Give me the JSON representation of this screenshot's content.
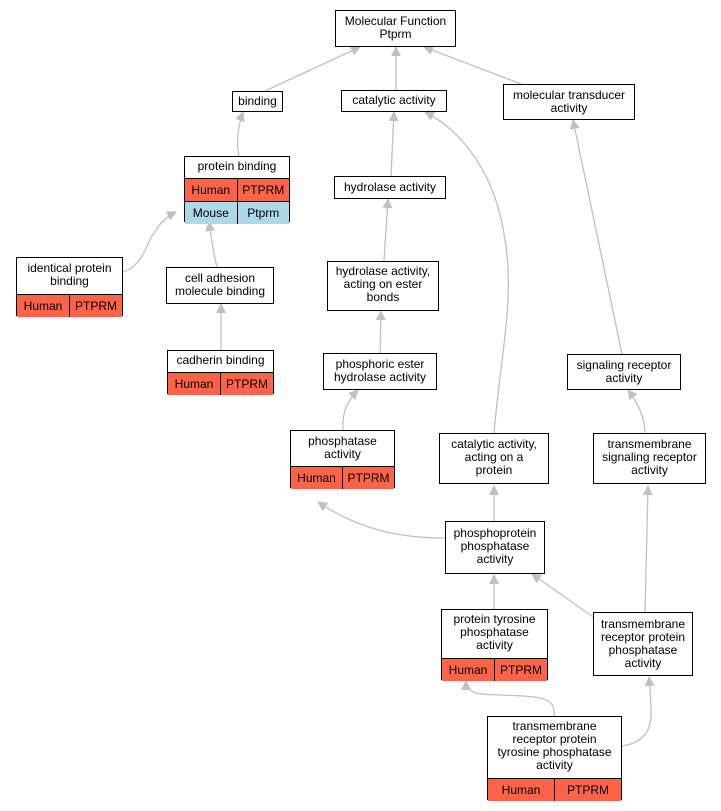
{
  "colors": {
    "human": "#ff6347",
    "mouse": "#add8e6",
    "edge": "#c0c0c0"
  },
  "nodes": {
    "mf": {
      "label": "Molecular Function\nPtprm",
      "annotations": []
    },
    "binding": {
      "label": "binding",
      "annotations": []
    },
    "catalytic": {
      "label": "catalytic activity",
      "annotations": []
    },
    "transducer": {
      "label": "molecular transducer\nactivity",
      "annotations": []
    },
    "protein_binding": {
      "label": "protein binding",
      "annotations": [
        {
          "species": "Human",
          "gene": "PTPRM",
          "color": "human"
        },
        {
          "species": "Mouse",
          "gene": "Ptprm",
          "color": "mouse"
        }
      ]
    },
    "hydrolase": {
      "label": "hydrolase activity",
      "annotations": []
    },
    "identical": {
      "label": "identical protein\nbinding",
      "annotations": [
        {
          "species": "Human",
          "gene": "PTPRM",
          "color": "human"
        }
      ]
    },
    "cell_adhesion": {
      "label": "cell adhesion\nmolecule binding",
      "annotations": []
    },
    "hydrolase_ester": {
      "label": "hydrolase activity,\nacting on ester\nbonds",
      "annotations": []
    },
    "cadherin": {
      "label": "cadherin binding",
      "annotations": [
        {
          "species": "Human",
          "gene": "PTPRM",
          "color": "human"
        }
      ]
    },
    "phosphoric": {
      "label": "phosphoric ester\nhydrolase activity",
      "annotations": []
    },
    "signaling": {
      "label": "signaling receptor\nactivity",
      "annotations": []
    },
    "phosphatase": {
      "label": "phosphatase\nactivity",
      "annotations": [
        {
          "species": "Human",
          "gene": "PTPRM",
          "color": "human"
        }
      ]
    },
    "catalytic_protein": {
      "label": "catalytic activity,\nacting on a\nprotein",
      "annotations": []
    },
    "tm_signaling": {
      "label": "transmembrane\nsignaling receptor\nactivity",
      "annotations": []
    },
    "phosphoprotein": {
      "label": "phosphoprotein\nphosphatase\nactivity",
      "annotations": []
    },
    "ptp": {
      "label": "protein tyrosine\nphosphatase\nactivity",
      "annotations": [
        {
          "species": "Human",
          "gene": "PTPRM",
          "color": "human"
        }
      ]
    },
    "tm_rpp": {
      "label": "transmembrane\nreceptor protein\nphosphatase\nactivity",
      "annotations": []
    },
    "tm_rptp": {
      "label": "transmembrane\nreceptor protein\ntyrosine phosphatase\nactivity",
      "annotations": [
        {
          "species": "Human",
          "gene": "PTPRM",
          "color": "human"
        }
      ]
    }
  },
  "edges": [
    {
      "from": "binding",
      "to": "mf"
    },
    {
      "from": "catalytic",
      "to": "mf"
    },
    {
      "from": "transducer",
      "to": "mf"
    },
    {
      "from": "protein_binding",
      "to": "binding"
    },
    {
      "from": "hydrolase",
      "to": "catalytic"
    },
    {
      "from": "identical",
      "to": "protein_binding"
    },
    {
      "from": "cell_adhesion",
      "to": "protein_binding"
    },
    {
      "from": "hydrolase_ester",
      "to": "hydrolase"
    },
    {
      "from": "cadherin",
      "to": "cell_adhesion"
    },
    {
      "from": "phosphoric",
      "to": "hydrolase_ester"
    },
    {
      "from": "signaling",
      "to": "transducer"
    },
    {
      "from": "phosphatase",
      "to": "phosphoric"
    },
    {
      "from": "catalytic_protein",
      "to": "catalytic"
    },
    {
      "from": "tm_signaling",
      "to": "signaling"
    },
    {
      "from": "phosphoprotein",
      "to": "phosphatase"
    },
    {
      "from": "phosphoprotein",
      "to": "catalytic_protein"
    },
    {
      "from": "ptp",
      "to": "phosphoprotein"
    },
    {
      "from": "tm_rpp",
      "to": "phosphoprotein"
    },
    {
      "from": "tm_rpp",
      "to": "tm_signaling"
    },
    {
      "from": "tm_rptp",
      "to": "ptp"
    },
    {
      "from": "tm_rptp",
      "to": "tm_rpp"
    }
  ]
}
